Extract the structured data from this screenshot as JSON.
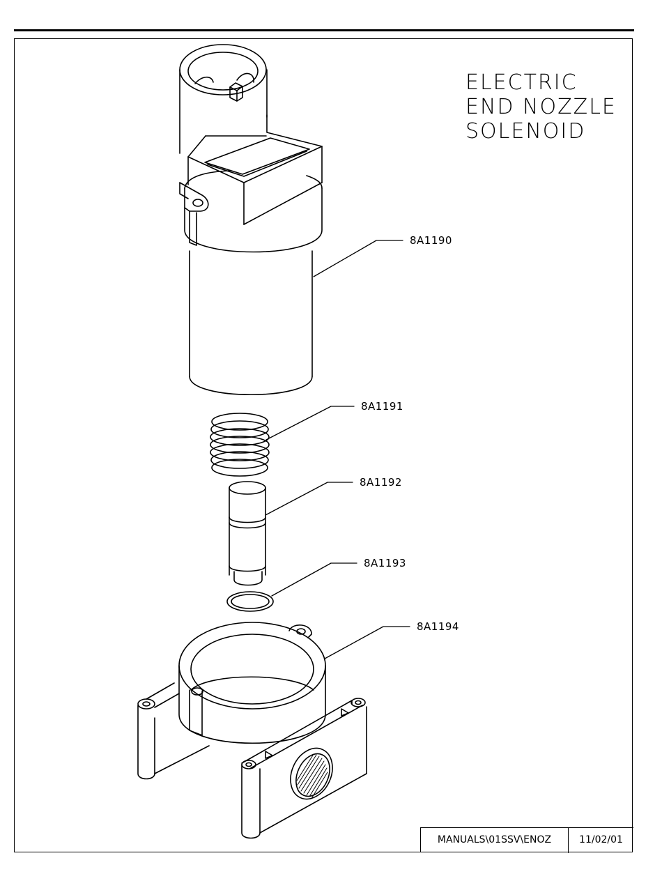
{
  "title": {
    "lines": [
      "ELECTRIC",
      "END NOZZLE",
      "SOLENOID"
    ]
  },
  "parts": [
    {
      "part_number": "8A1190",
      "description": "solenoid coil housing"
    },
    {
      "part_number": "8A1191",
      "description": "spring"
    },
    {
      "part_number": "8A1192",
      "description": "plunger"
    },
    {
      "part_number": "8A1193",
      "description": "o-ring"
    },
    {
      "part_number": "8A1194",
      "description": "valve body mount"
    }
  ],
  "title_block": {
    "path": "MANUALS\\01SSV\\ENOZ",
    "date": "11/02/01"
  }
}
